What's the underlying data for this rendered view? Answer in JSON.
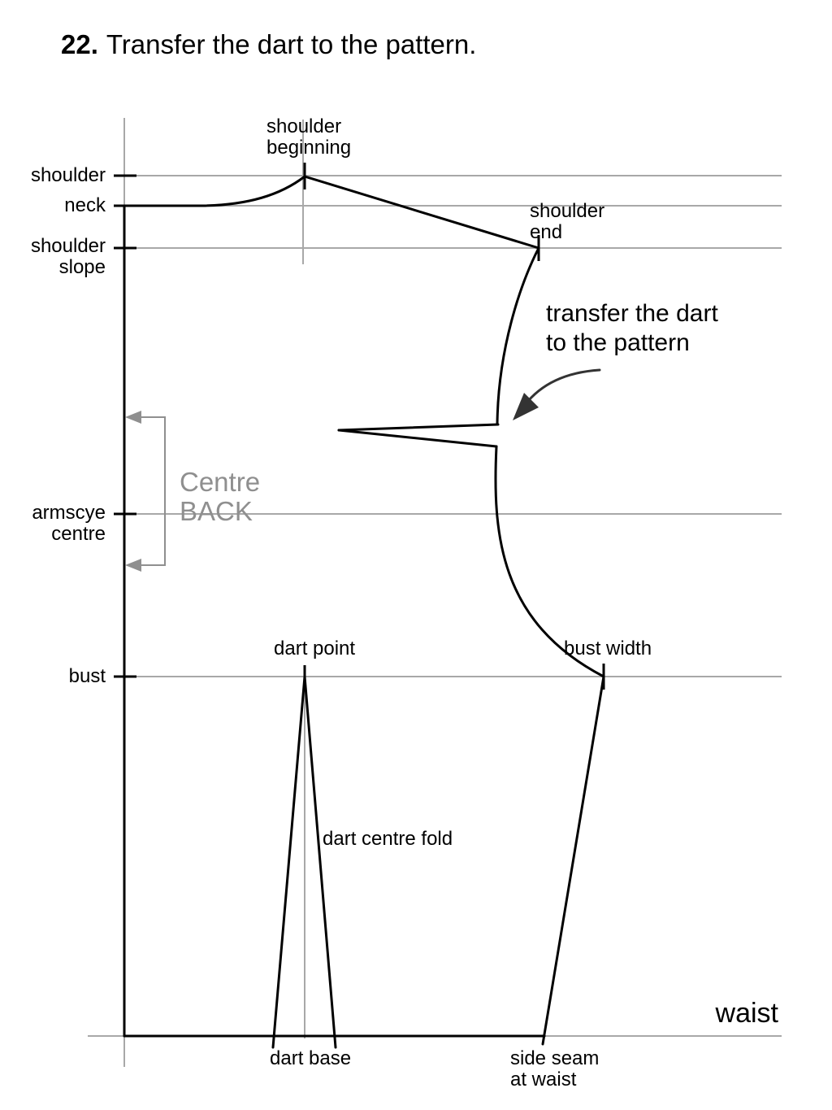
{
  "title": {
    "number": "22.",
    "text": "Transfer the dart to the pattern."
  },
  "colors": {
    "pattern_line": "#000000",
    "guide_line": "#a8a8a8",
    "muted_gray": "#8f8f8f",
    "arrow": "#333333"
  },
  "left_labels": {
    "shoulder": "shoulder",
    "neck": "neck",
    "shoulder_slope": "shoulder\nslope",
    "armscye_centre": "armscye\ncentre",
    "bust": "bust"
  },
  "point_labels": {
    "shoulder_beginning": "shoulder\nbeginning",
    "shoulder_end": "shoulder\nend",
    "dart_point": "dart point",
    "bust_width": "bust width",
    "dart_centre_fold": "dart centre fold",
    "dart_base": "dart base",
    "side_seam_at_waist": "side seam\nat waist",
    "waist": "waist"
  },
  "annotations": {
    "transfer_note": "transfer the dart\nto the pattern",
    "centre_back": "Centre\nBACK"
  }
}
